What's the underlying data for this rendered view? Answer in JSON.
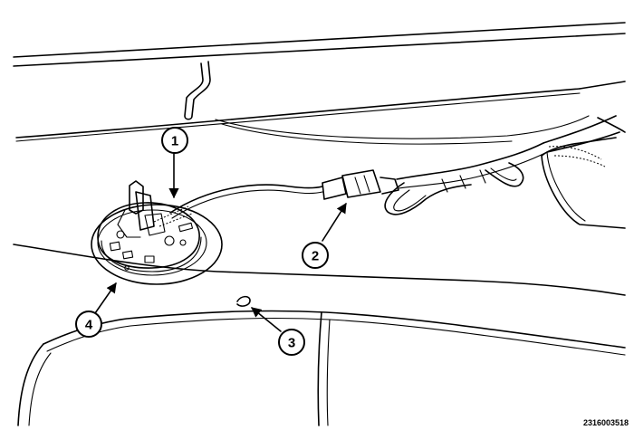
{
  "callouts": [
    {
      "label": "1"
    },
    {
      "label": "2"
    },
    {
      "label": "3"
    },
    {
      "label": "4"
    }
  ],
  "figure_id": "2316003518"
}
